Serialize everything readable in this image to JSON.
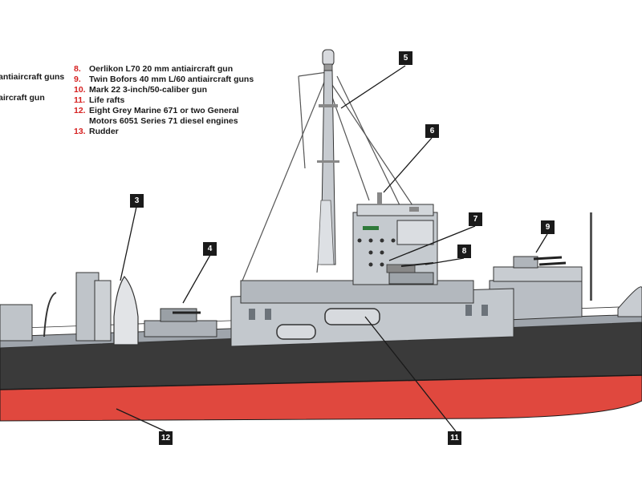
{
  "legend_left": [
    {
      "text": "antiaircraft guns"
    },
    {
      "text": "aircraft gun"
    }
  ],
  "legend_right": [
    {
      "num": "8.",
      "lines": [
        "Oerlikon L70 20 mm antiaircraft gun"
      ]
    },
    {
      "num": "9.",
      "lines": [
        "Twin Bofors 40 mm L/60 antiaircraft guns"
      ]
    },
    {
      "num": "10.",
      "lines": [
        "Mark 22 3-inch/50-caliber gun"
      ]
    },
    {
      "num": "11.",
      "lines": [
        "Life rafts"
      ]
    },
    {
      "num": "12.",
      "lines": [
        "Eight Grey Marine 671 or two General",
        "Motors 6051 Series 71 diesel engines"
      ]
    },
    {
      "num": "13.",
      "lines": [
        "Rudder"
      ]
    }
  ],
  "callouts": [
    {
      "label": "3"
    },
    {
      "label": "4"
    },
    {
      "label": "5"
    },
    {
      "label": "6"
    },
    {
      "label": "7"
    },
    {
      "label": "8"
    },
    {
      "label": "9"
    },
    {
      "label": "11"
    },
    {
      "label": "12"
    }
  ],
  "colors": {
    "number_red": "#d62020",
    "hull_red": "#e0483e",
    "hull_black": "#3a3a3a",
    "superstructure_gray": "#b9bec4",
    "callout_bg": "#1a1a1a"
  }
}
